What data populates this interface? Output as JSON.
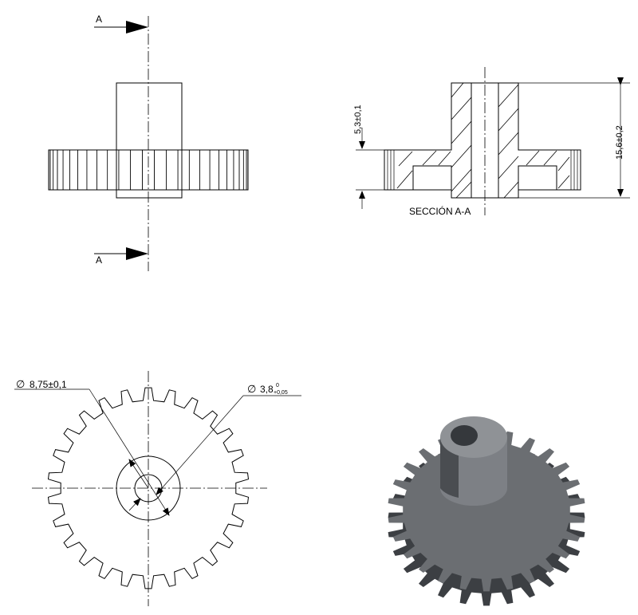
{
  "section_marks": {
    "top": "A",
    "bottom": "A"
  },
  "section_title": "SECCIÓN A-A",
  "dimensions": {
    "hub_height": "5,3±0,1",
    "total_height": "15,6±0,2",
    "hub_diameter": "8,75±0,1",
    "bore_diameter": "3,8",
    "bore_tol_upper": "0",
    "bore_tol_lower": "+0,05"
  },
  "colors": {
    "line": "#000000",
    "render_body": "#6b6e72",
    "render_light": "#9a9da1",
    "render_dark": "#3c3f43"
  }
}
